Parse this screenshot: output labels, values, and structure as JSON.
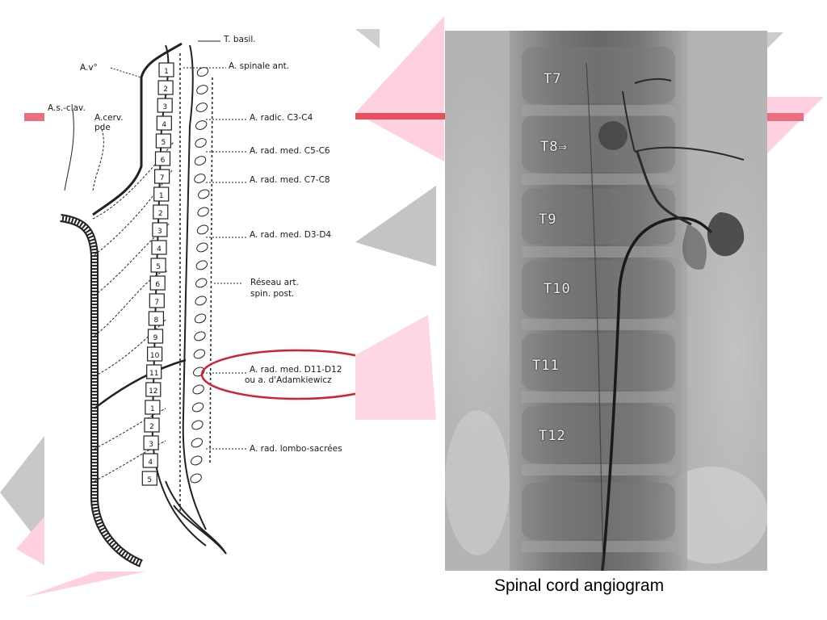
{
  "diagram": {
    "vertebra_numbers": [
      "1",
      "2",
      "3",
      "4",
      "5",
      "6",
      "7",
      "1",
      "2",
      "3",
      "4",
      "5",
      "6",
      "7",
      "8",
      "9",
      "10",
      "11",
      "12",
      "1",
      "2",
      "3",
      "4",
      "5"
    ],
    "labels": {
      "t_basil": "T. basil.",
      "a_v": "A.v°",
      "a_spinale_ant": "A. spinale ant.",
      "a_s_clav": "A.s.-clav.",
      "a_cerv": "A.cerv.",
      "p_de": "pde",
      "a_radic_c3_c4": "A. radic. C3-C4",
      "a_rad_med_c5_c6": "A. rad. med. C5-C6",
      "a_rad_med_c7_c8": "A. rad. med. C7-C8",
      "a_rad_med_d3_d4": "A. rad. med. D3-D4",
      "reseau_art": "Réseau art.",
      "spin_post": "spin. post.",
      "a_rad_med_d11_d12": "A. rad. med. D11-D12",
      "ou_a_adamkiewicz": "ou a. d'Adamkiewicz",
      "a_rad_lombo_sacrees": "A. rad. lombo-sacrées"
    },
    "highlight_color": "#d42030"
  },
  "angiogram": {
    "vertebra_labels": [
      "T7",
      "T8⇒",
      "T9",
      "T10",
      "T11",
      "T12"
    ]
  },
  "caption": "Spinal cord angiogram",
  "colors": {
    "slide_accent_pink": "#ffc8dc",
    "slide_accent_gray": "#c8c8c8",
    "slide_line_red": "#e86070"
  }
}
